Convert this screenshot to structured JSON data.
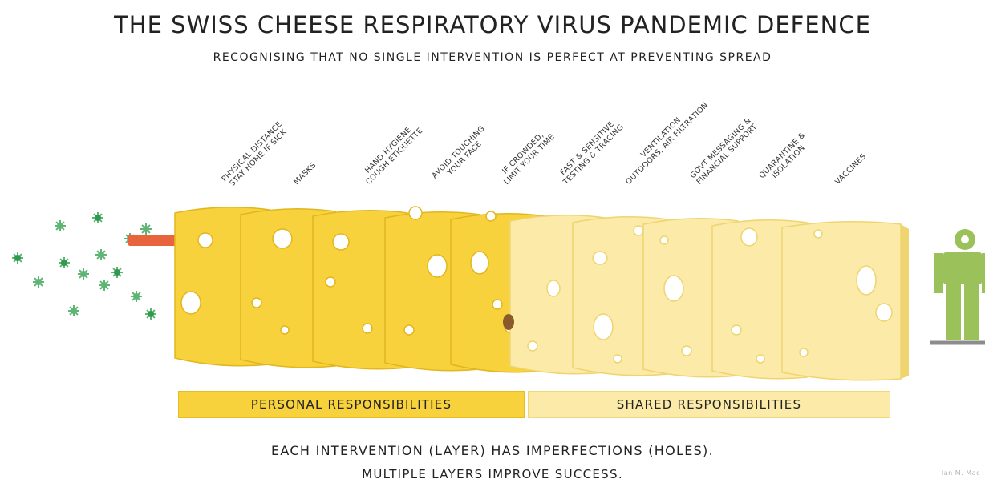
{
  "title": "The Swiss Cheese Respiratory Virus Pandemic Defence",
  "subtitle": "Recognising that no single intervention is perfect at preventing spread",
  "layers": [
    {
      "label": "Physical distance\nStay home if sick",
      "group": "personal"
    },
    {
      "label": "Masks",
      "group": "personal"
    },
    {
      "label": "Hand hygiene\nCough etiquette",
      "group": "personal"
    },
    {
      "label": "Avoid touching\nyour face",
      "group": "personal"
    },
    {
      "label": "If crowded,\nlimit your time",
      "group": "personal"
    },
    {
      "label": "Fast & sensitive\ntesting & tracing",
      "group": "shared"
    },
    {
      "label": "Ventilation\noutdoors, air filtration",
      "group": "shared"
    },
    {
      "label": "Govt messaging &\nfinancial support",
      "group": "shared"
    },
    {
      "label": "Quarantine &\nisolation",
      "group": "shared"
    },
    {
      "label": "Vaccines",
      "group": "shared"
    }
  ],
  "groups": {
    "personal": "Personal responsibilities",
    "shared": "Shared responsibilities"
  },
  "footer": {
    "line1": "Each intervention (layer) has imperfections (holes).",
    "line2": "Multiple layers improve success."
  },
  "signature": "Ian M. Mac",
  "colors": {
    "personal_cheese": "#f7d23c",
    "shared_cheese": "#fbeaa8",
    "virus": "#5fb574",
    "arrow": "#e8643c",
    "person": "#9bc25a"
  }
}
